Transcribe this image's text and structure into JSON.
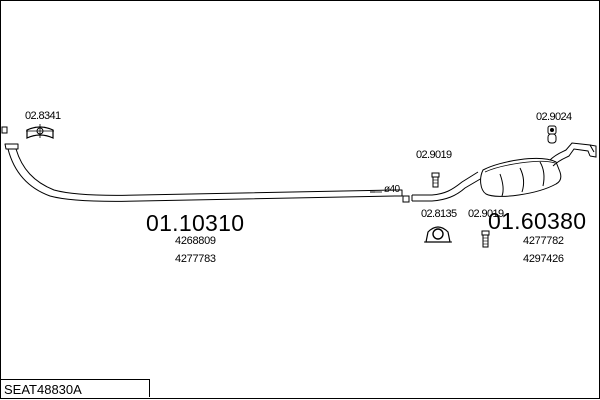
{
  "diagram": {
    "system_code": "SEAT48830A",
    "diameter_label": "ø40",
    "front": {
      "part_number": "01.10310",
      "oe_numbers": [
        "4268809",
        "4277783"
      ],
      "clamp_part": "02.8341"
    },
    "rear": {
      "part_number": "01.60380",
      "oe_numbers": [
        "4277782",
        "4297426"
      ],
      "hanger_part_top": "02.9024",
      "bolt_part_left": "02.9019",
      "bolt_part_right": "02.9019",
      "ring_part": "02.8135"
    }
  }
}
